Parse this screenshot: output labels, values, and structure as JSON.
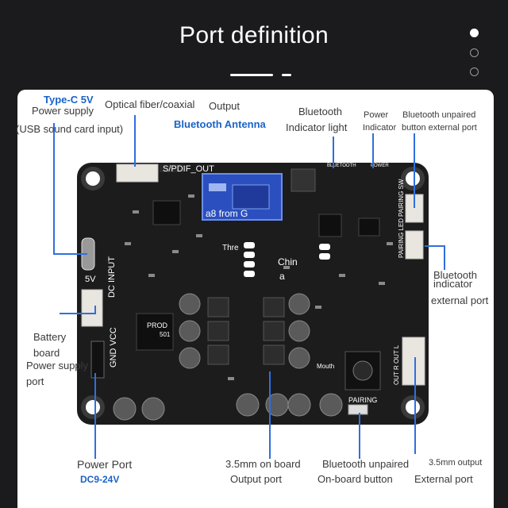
{
  "header": {
    "title": "Port definition",
    "carousel_dots": 3,
    "active_dot": 0
  },
  "labels": {
    "typec_title": "Type-C 5V",
    "typec_line2": "Power supply",
    "typec_line3": "(USB sound card input)",
    "optical_line1": "Optical fiber/coaxial",
    "optical_output": "Output",
    "bt_antenna": "Bluetooth Antenna",
    "bt_indicator_l1": "Bluetooth",
    "bt_indicator_l2": "Indicator light",
    "power_indicator_l1": "Power",
    "power_indicator_l2": "Indicator",
    "bt_unpaired_ext_l1": "Bluetooth unpaired",
    "bt_unpaired_ext_l2": "button external port",
    "bt_indicator_ext_l1": "Bluetooth",
    "bt_indicator_ext_l2": "indicator",
    "bt_indicator_ext_l3": "external port",
    "battery_l1": "Battery",
    "battery_l2": "board",
    "battery_l3": "Power supply",
    "battery_l4": "port",
    "power_port_l1": "Power Port",
    "power_port_l2": "DC9-24V",
    "jack_l1": "3.5mm on board",
    "jack_l2": "Output port",
    "bt_button_l1": "Bluetooth unpaired",
    "bt_button_l2": "On-board button",
    "ext_out_l1": "3.5mm output",
    "ext_out_l2": "External port"
  },
  "board": {
    "silkscreen": {
      "spdif": "S/PDIF_OUT",
      "five_v": "5V",
      "dc_input": "DC INPUT",
      "gnd_vcc": "GND VCC",
      "pairing_sw": "PAIRING SW",
      "pairing_led": "PAIRING LED",
      "out": "OUT R  OUT L",
      "pairing": "PAIRING",
      "bluetooth": "BLUETOOTH",
      "power": "POWER",
      "prod": "PROD",
      "prod_num": "501",
      "mouth": "Mouth"
    },
    "overlay": {
      "module_text": "a8 from G",
      "thre": "Thre",
      "chin": "Chin",
      "chin2": "a"
    }
  },
  "colors": {
    "background": "#1b1b1d",
    "card": "#ffffff",
    "accent_blue": "#1a63c9",
    "callout_line": "#2f6fe0",
    "pcb": "#1c1c1c"
  }
}
